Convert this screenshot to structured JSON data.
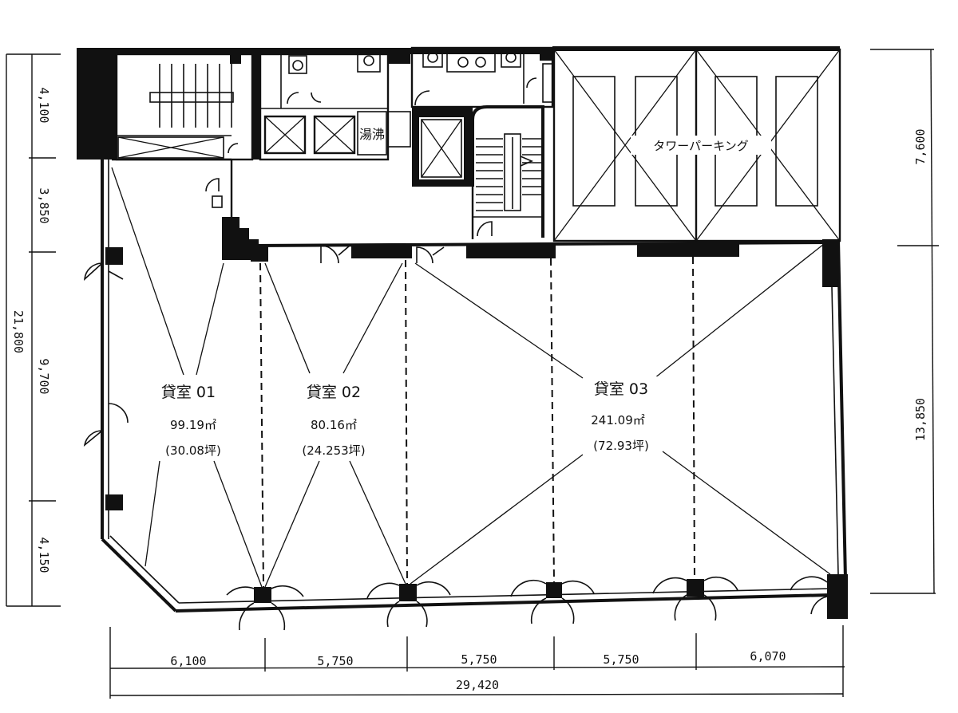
{
  "rooms": [
    {
      "name": "貸室 01",
      "area_m2": "99.19㎡",
      "area_tsubo": "(30.08坪)"
    },
    {
      "name": "貸室 02",
      "area_m2": "80.16㎡",
      "area_tsubo": "(24.253坪)"
    },
    {
      "name": "貸室 03",
      "area_m2": "241.09㎡",
      "area_tsubo": "(72.93坪)"
    }
  ],
  "labels": {
    "tower_parking": "タワーパーキング",
    "kettle_room": "湯沸"
  },
  "dimensions": {
    "bottom": [
      "6,100",
      "5,750",
      "5,750",
      "5,750",
      "6,070"
    ],
    "bottom_total": "29,420",
    "left": [
      "4,100",
      "3,850",
      "9,700",
      "4,150"
    ],
    "left_total": "21,800",
    "right": [
      "7,600",
      "13,850"
    ]
  }
}
